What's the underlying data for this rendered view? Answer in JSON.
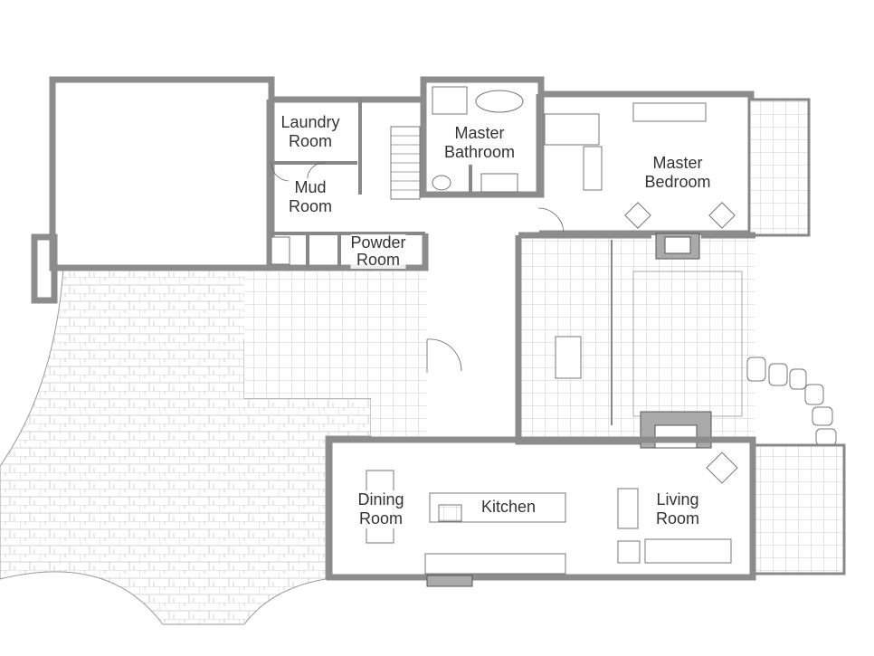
{
  "colors": {
    "wall": "#8c8c8c",
    "paver_line": "#c8c8c8",
    "text": "#333333"
  },
  "rooms": {
    "laundry": {
      "line1": "Laundry",
      "line2": "Room"
    },
    "mud": {
      "line1": "Mud",
      "line2": "Room"
    },
    "powder": {
      "line1": "Powder",
      "line2": "Room"
    },
    "master_bath": {
      "line1": "Master",
      "line2": "Bathroom"
    },
    "master_bed": {
      "line1": "Master",
      "line2": "Bedroom"
    },
    "dining": {
      "line1": "Dining",
      "line2": "Room"
    },
    "kitchen": {
      "line1": "Kitchen"
    },
    "living": {
      "line1": "Living",
      "line2": "Room"
    }
  }
}
